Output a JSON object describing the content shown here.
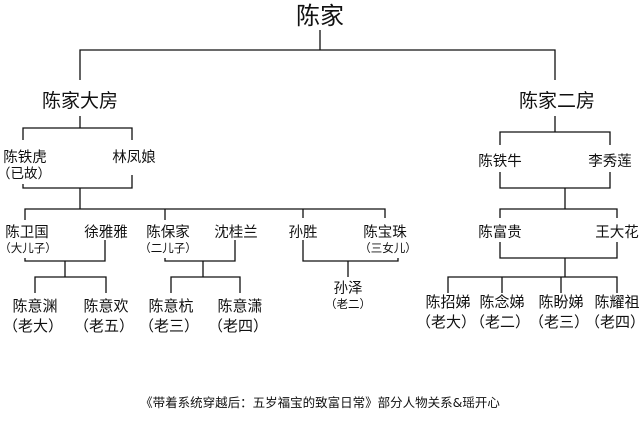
{
  "root": "陈家",
  "branches": {
    "first": "陈家大房",
    "second": "陈家二房"
  },
  "people": {
    "chen_tiehu": "陈铁虎",
    "chen_tiehu_note": "（已故）",
    "lin_fengniang": "林凤娘",
    "chen_weiguo": "陈卫国",
    "chen_weiguo_note": "（大儿子）",
    "xu_yaya": "徐雅雅",
    "chen_baojia": "陈保家",
    "chen_baojia_note": "（二儿子）",
    "shen_guilan": "沈桂兰",
    "sun_sheng": "孙胜",
    "chen_baozhu": "陈宝珠",
    "chen_baozhu_note": "（三女儿）",
    "chen_yiyuan": "陈意渊",
    "chen_yiyuan_note": "（老大）",
    "chen_yihuan": "陈意欢",
    "chen_yihuan_note": "（老五）",
    "chen_yihang": "陈意杭",
    "chen_yihang_note": "（老三）",
    "chen_yixiao": "陈意潇",
    "chen_yixiao_note": "（老四）",
    "sun_ze": "孙泽",
    "sun_ze_note": "（老二）",
    "chen_tieniu": "陈铁牛",
    "li_xiulian": "李秀莲",
    "chen_fugui": "陈富贵",
    "wang_dahua": "王大花",
    "chen_zhaodi": "陈招娣",
    "chen_zhaodi_note": "（老大）",
    "chen_niandi": "陈念娣",
    "chen_niandi_note": "（老二）",
    "chen_pandi": "陈盼娣",
    "chen_pandi_note": "（老三）",
    "chen_yaozu": "陈耀祖",
    "chen_yaozu_note": "（老四）"
  },
  "caption": "《带着系统穿越后：五岁福宝的致富日常》部分人物关系&瑶开心"
}
